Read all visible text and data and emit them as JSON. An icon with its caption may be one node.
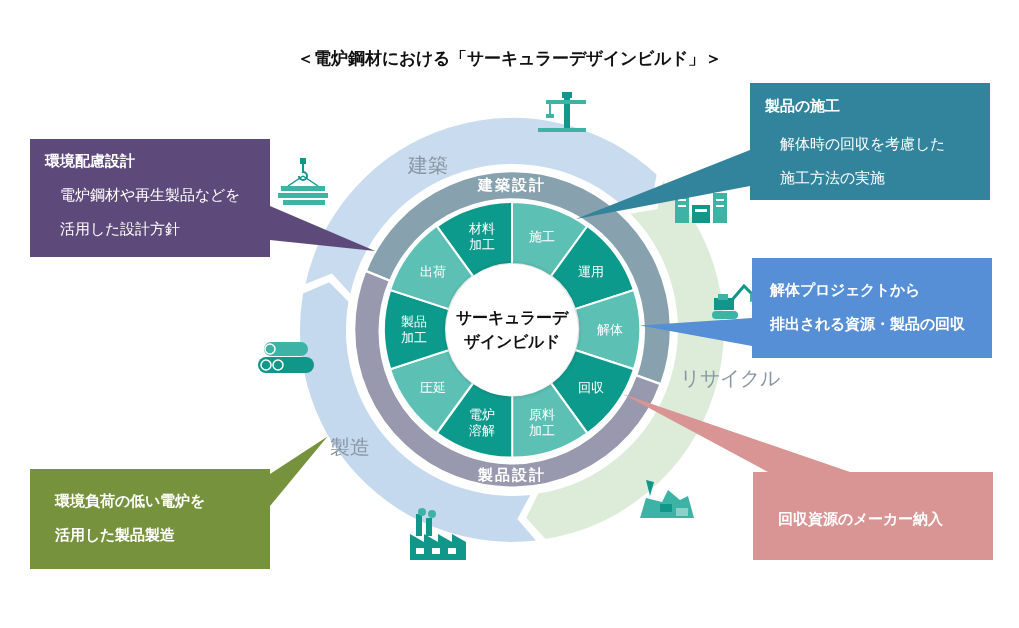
{
  "diagram": {
    "title": "＜電炉鋼材における「サーキュラーデザインビルド」＞",
    "nodes": [
      {
        "text": [
          "環境配慮設計",
          "電炉鋼材や再生製品などを活用した設計方針"
        ]
      },
      {
        "text": [
          "製品の施工",
          "解体時の回収を考慮した施工方法の実施"
        ]
      },
      {
        "text": [
          "解体プロジェクトから排出される資源・製品の回収"
        ]
      },
      {
        "text": [
          "環境負荷の低い電炉を活用した製品製造"
        ]
      },
      {
        "text": [
          "回収資源のメーカー納入"
        ]
      },
      {
        "text": [
          "建築"
        ]
      },
      {
        "text": [
          "リサイクル"
        ]
      },
      {
        "text": [
          "製造"
        ]
      },
      {
        "text": [
          "建築設計"
        ]
      },
      {
        "text": [
          "製品設計"
        ]
      },
      {
        "text": [
          "サーキュラーデザインビルド"
        ]
      },
      {
        "text": [
          "材料加工"
        ]
      },
      {
        "text": [
          "施工"
        ]
      },
      {
        "text": [
          "運用"
        ]
      },
      {
        "text": [
          "解体"
        ]
      },
      {
        "text": [
          "回収"
        ]
      },
      {
        "text": [
          "原料加工"
        ]
      },
      {
        "text": [
          "電炉溶解"
        ]
      },
      {
        "text": [
          "圧延"
        ]
      },
      {
        "text": [
          "製品加工"
        ]
      },
      {
        "text": [
          "出荷"
        ]
      }
    ],
    "edges": [
      {
        "from": 0,
        "to": 8,
        "arrow": "none"
      },
      {
        "from": 1,
        "to": 12,
        "arrow": "none"
      },
      {
        "from": 2,
        "to": 14,
        "arrow": "none"
      },
      {
        "from": 3,
        "to": 7,
        "arrow": "none"
      },
      {
        "from": 4,
        "to": 15,
        "arrow": "none"
      }
    ]
  }
}
